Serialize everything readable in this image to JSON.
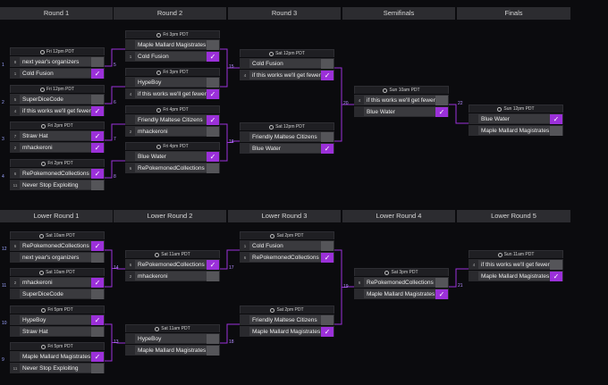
{
  "upper_headers": [
    "Round 1",
    "Round 2",
    "Round 3",
    "Semifinals",
    "Finals"
  ],
  "lower_headers": [
    "Lower Round 1",
    "Lower Round 2",
    "Lower Round 3",
    "Lower Round 4",
    "Lower Round 5"
  ],
  "matches": [
    {
      "id": "u1",
      "time": "Fri 12pm PDT",
      "label": "1",
      "num": "5",
      "teams": [
        {
          "seed": "8",
          "name": "next year's organizers",
          "win": false
        },
        {
          "seed": "1",
          "name": "Cold Fusion",
          "win": true
        }
      ]
    },
    {
      "id": "u2",
      "time": "Fri 12pm PDT",
      "label": "2",
      "num": "6",
      "teams": [
        {
          "seed": "5",
          "name": "SuperDiceCode",
          "win": false
        },
        {
          "seed": "4",
          "name": "if this works we'll get fewer teams",
          "win": true
        }
      ]
    },
    {
      "id": "u3",
      "time": "Fri 2pm PDT",
      "label": "3",
      "num": "7",
      "teams": [
        {
          "seed": "7",
          "name": "Straw Hat",
          "win": true
        },
        {
          "seed": "2",
          "name": "mhackeroni",
          "win": true
        }
      ]
    },
    {
      "id": "u4",
      "time": "Fri 2pm PDT",
      "label": "4",
      "num": "8",
      "teams": [
        {
          "seed": "6",
          "name": "RePokemonedCollections",
          "win": true
        },
        {
          "seed": "11",
          "name": "Never Stop Exploiting",
          "win": false
        }
      ]
    },
    {
      "id": "u5",
      "time": "Fri 3pm PDT",
      "label": "",
      "num": "15",
      "teams": [
        {
          "seed": "",
          "name": "Maple Mallard Magistrates",
          "win": false
        },
        {
          "seed": "1",
          "name": "Cold Fusion",
          "win": true
        }
      ]
    },
    {
      "id": "u6",
      "time": "Fri 3pm PDT",
      "label": "",
      "num": "",
      "teams": [
        {
          "seed": "",
          "name": "HypeBoy",
          "win": false
        },
        {
          "seed": "4",
          "name": "if this works we'll get fewer teams",
          "win": true
        }
      ]
    },
    {
      "id": "u7",
      "time": "Fri 4pm PDT",
      "label": "",
      "num": "16",
      "teams": [
        {
          "seed": "",
          "name": "Friendly Maltese Citizens",
          "win": true
        },
        {
          "seed": "2",
          "name": "mhackeroni",
          "win": false
        }
      ]
    },
    {
      "id": "u8",
      "time": "Fri 4pm PDT",
      "label": "",
      "num": "",
      "teams": [
        {
          "seed": "",
          "name": "Blue Water",
          "win": true
        },
        {
          "seed": "6",
          "name": "RePokemonedCollections",
          "win": false
        }
      ]
    },
    {
      "id": "u9",
      "time": "Sat 12pm PDT",
      "label": "",
      "num": "20",
      "teams": [
        {
          "seed": "",
          "name": "Cold Fusion",
          "win": false
        },
        {
          "seed": "4",
          "name": "if this works we'll get fewer teams",
          "win": true
        }
      ]
    },
    {
      "id": "u10",
      "time": "Sat 12pm PDT",
      "label": "",
      "num": "",
      "teams": [
        {
          "seed": "",
          "name": "Friendly Maltese Citizens",
          "win": false
        },
        {
          "seed": "",
          "name": "Blue Water",
          "win": true
        }
      ]
    },
    {
      "id": "u11",
      "time": "Sun 10am PDT",
      "label": "",
      "num": "22",
      "teams": [
        {
          "seed": "4",
          "name": "if this works we'll get fewer teams",
          "win": false
        },
        {
          "seed": "",
          "name": "Blue Water",
          "win": true
        }
      ]
    },
    {
      "id": "u12",
      "time": "Sun 12pm PDT",
      "label": "",
      "num": "",
      "teams": [
        {
          "seed": "",
          "name": "Blue Water",
          "win": true
        },
        {
          "seed": "",
          "name": "Maple Mallard Magistrates",
          "win": false
        }
      ]
    },
    {
      "id": "l1",
      "time": "Sat 10am PDT",
      "label": "12",
      "num": "14",
      "teams": [
        {
          "seed": "6",
          "name": "RePokemonedCollections",
          "win": true
        },
        {
          "seed": "",
          "name": "next year's organizers",
          "win": false
        }
      ]
    },
    {
      "id": "l2",
      "time": "Sat 10am PDT",
      "label": "11",
      "num": "",
      "teams": [
        {
          "seed": "2",
          "name": "mhackeroni",
          "win": true
        },
        {
          "seed": "",
          "name": "SuperDiceCode",
          "win": false
        }
      ]
    },
    {
      "id": "l3",
      "time": "Fri 5pm PDT",
      "label": "10",
      "num": "13",
      "teams": [
        {
          "seed": "",
          "name": "HypeBoy",
          "win": true
        },
        {
          "seed": "",
          "name": "Straw Hat",
          "win": false
        }
      ]
    },
    {
      "id": "l4",
      "time": "Fri 5pm PDT",
      "label": "9",
      "num": "",
      "teams": [
        {
          "seed": "",
          "name": "Maple Mallard Magistrates",
          "win": true
        },
        {
          "seed": "11",
          "name": "Never Stop Exploiting",
          "win": false
        }
      ]
    },
    {
      "id": "l5",
      "time": "Sat 11am PDT",
      "label": "",
      "num": "17",
      "teams": [
        {
          "seed": "6",
          "name": "RePokemonedCollections",
          "win": true
        },
        {
          "seed": "2",
          "name": "mhackeroni",
          "win": false
        }
      ]
    },
    {
      "id": "l6",
      "time": "Sat 11am PDT",
      "label": "",
      "num": "18",
      "teams": [
        {
          "seed": "",
          "name": "HypeBoy",
          "win": false
        },
        {
          "seed": "",
          "name": "Maple Mallard Magistrates",
          "win": false
        }
      ]
    },
    {
      "id": "l7",
      "time": "Sat 2pm PDT",
      "label": "",
      "num": "19",
      "teams": [
        {
          "seed": "1",
          "name": "Cold Fusion",
          "win": false
        },
        {
          "seed": "6",
          "name": "RePokemonedCollections",
          "win": true
        }
      ]
    },
    {
      "id": "l8",
      "time": "Sat 2pm PDT",
      "label": "",
      "num": "",
      "teams": [
        {
          "seed": "",
          "name": "Friendly Maltese Citizens",
          "win": false
        },
        {
          "seed": "",
          "name": "Maple Mallard Magistrates",
          "win": true
        }
      ]
    },
    {
      "id": "l9",
      "time": "Sat 3pm PDT",
      "label": "",
      "num": "21",
      "teams": [
        {
          "seed": "6",
          "name": "RePokemonedCollections",
          "win": false
        },
        {
          "seed": "",
          "name": "Maple Mallard Magistrates",
          "win": true
        }
      ]
    },
    {
      "id": "l10",
      "time": "Sun 11am PDT",
      "label": "",
      "num": "",
      "teams": [
        {
          "seed": "4",
          "name": "if this works we'll get fewer teams",
          "win": false
        },
        {
          "seed": "",
          "name": "Maple Mallard Magistrates",
          "win": true
        }
      ]
    }
  ],
  "check_glyph": "✓",
  "colors": {
    "win": "#9b30d9",
    "connector": "#9b30d9"
  }
}
